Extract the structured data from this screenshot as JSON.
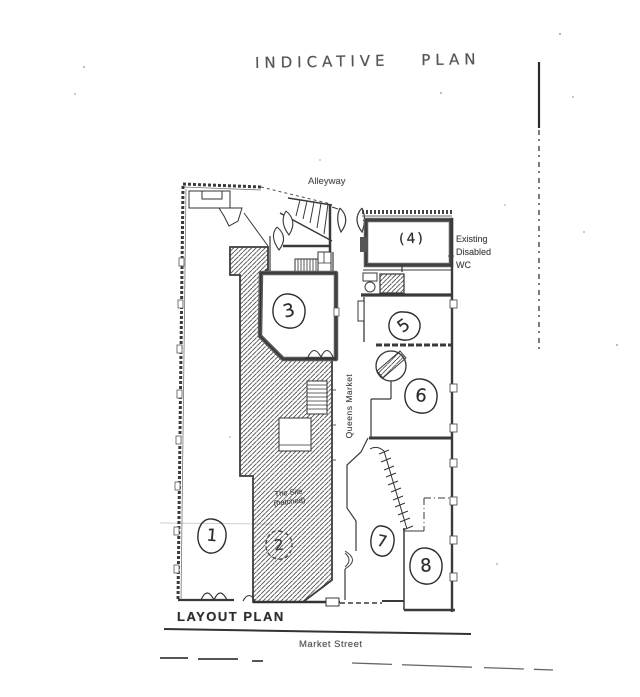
{
  "document": {
    "handwritten_title": "INDICATIVE PLAN"
  },
  "plan": {
    "alleyway_label": "Alleyway",
    "corridor_label": "Queens Market",
    "caption": "LAYOUT PLAN",
    "street_label": "Market Street",
    "wc_label": {
      "line1": "Existing",
      "line2": "Disabled",
      "line3": "WC"
    },
    "site_note": {
      "line1": "The Site",
      "line2": "(hatched)"
    },
    "rooms": [
      {
        "label": "1"
      },
      {
        "label": "2"
      },
      {
        "label": "3"
      },
      {
        "label": "(4)"
      },
      {
        "label": "5"
      },
      {
        "label": "6"
      },
      {
        "label": "7"
      },
      {
        "label": "8"
      }
    ]
  }
}
